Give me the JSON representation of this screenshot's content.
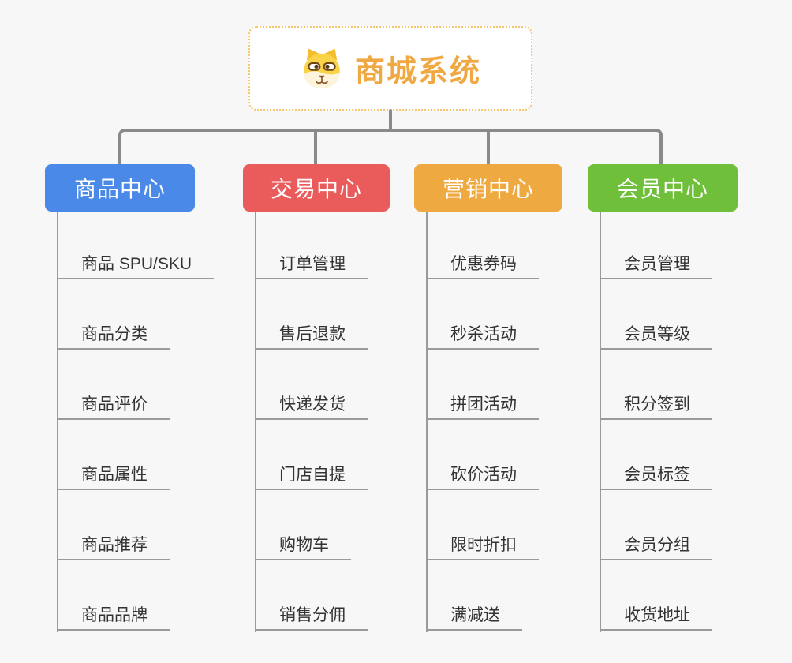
{
  "root": {
    "title": "商城系统",
    "icon": "dog-face-icon",
    "accent_color": "#f0a843",
    "border_color": "#f5c46d"
  },
  "colors": {
    "background": "#f7f7f7",
    "connector": "#8a8a8a",
    "leaf_text": "#333333"
  },
  "branches": [
    {
      "label": "商品中心",
      "color": "#4a89e8",
      "items": [
        "商品 SPU/SKU",
        "商品分类",
        "商品评价",
        "商品属性",
        "商品推荐",
        "商品品牌"
      ]
    },
    {
      "label": "交易中心",
      "color": "#ea5c5c",
      "items": [
        "订单管理",
        "售后退款",
        "快递发货",
        "门店自提",
        "购物车",
        "销售分佣"
      ]
    },
    {
      "label": "营销中心",
      "color": "#efa941",
      "items": [
        "优惠券码",
        "秒杀活动",
        "拼团活动",
        "砍价活动",
        "限时折扣",
        "满减送"
      ]
    },
    {
      "label": "会员中心",
      "color": "#6fbf3a",
      "items": [
        "会员管理",
        "会员等级",
        "积分签到",
        "会员标签",
        "会员分组",
        "收货地址"
      ]
    }
  ]
}
